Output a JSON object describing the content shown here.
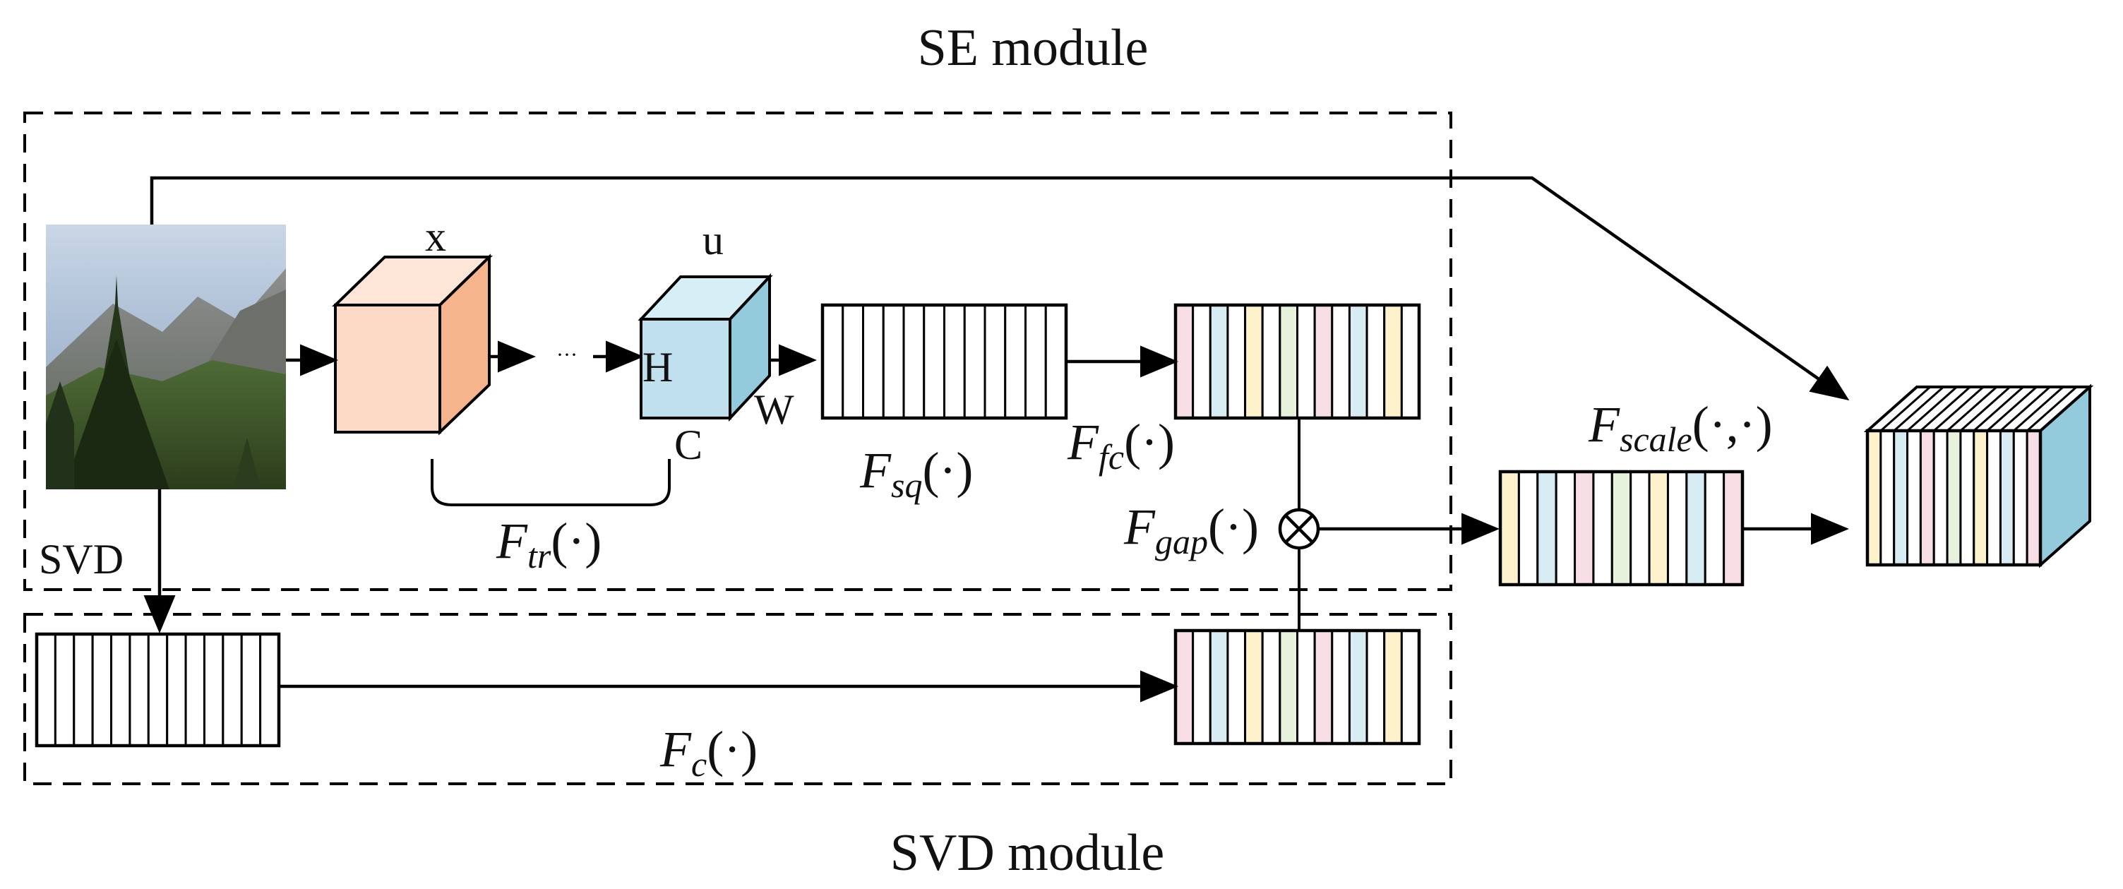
{
  "titles": {
    "se_module": "SE module",
    "svd_module": "SVD module"
  },
  "labels": {
    "svd": "SVD",
    "x": "x",
    "u": "u",
    "H": "H",
    "W": "W",
    "C": "C",
    "ellipsis": "···"
  },
  "functions": {
    "f_tr": {
      "base": "F",
      "sub": "tr",
      "args": "(·)"
    },
    "f_sq": {
      "base": "F",
      "sub": "sq",
      "args": "(·)"
    },
    "f_fc": {
      "base": "F",
      "sub": "fc",
      "args": "(·)"
    },
    "f_gap": {
      "base": "F",
      "sub": "gap",
      "args": "(·)"
    },
    "f_scale": {
      "base": "F",
      "sub": "scale",
      "args": "(·,·)"
    },
    "f_c": {
      "base": "F",
      "sub": "c",
      "args": "(·)"
    }
  },
  "operators": {
    "multiply": "⊗"
  },
  "icons": {
    "input_image": "mountain-landscape-photo-icon",
    "cube": "feature-map-cube-icon"
  },
  "colors": {
    "stroke": "#000000",
    "cube_x_front": "#fbd9c5",
    "cube_x_top": "#fde6d8",
    "cube_x_side": "#f5b48c",
    "cube_u_front": "#bfe0ec",
    "cube_u_top": "#d6eef6",
    "cube_u_side": "#93cbdd",
    "stripe_pink": "#f7dde4",
    "stripe_blue": "#d8ecf4",
    "stripe_yellow": "#fdf2cc",
    "stripe_green": "#e6f2dc",
    "stripe_white": "#ffffff"
  }
}
